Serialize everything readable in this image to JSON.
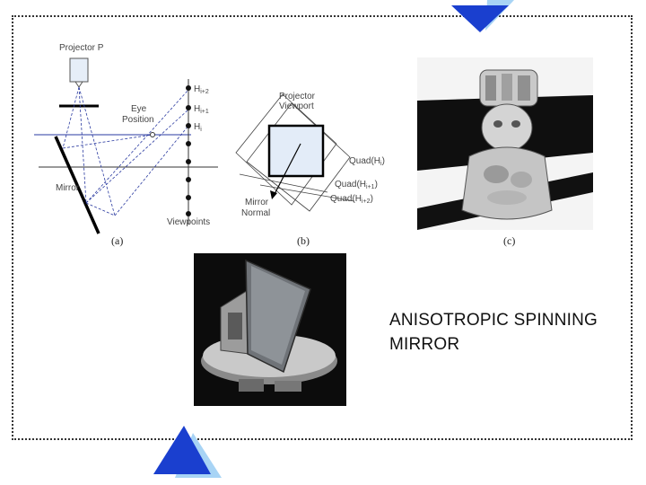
{
  "diagram_a": {
    "projector_label": "Projector P",
    "eye_label_line1": "Eye",
    "eye_label_line2": "Position",
    "mirror_label": "Mirror",
    "viewpoints_label": "Viewpoints",
    "h_labels": [
      "H",
      "H",
      "H"
    ],
    "h_subscripts": [
      "i+2",
      "i+1",
      "i"
    ],
    "caption": "(a)"
  },
  "diagram_b": {
    "projector_viewport_line1": "Projector",
    "projector_viewport_line2": "Viewport",
    "quad_labels": [
      "Quad(H",
      "Quad(H",
      "Quad(H"
    ],
    "quad_subscripts": [
      "i",
      "i+1",
      "i+2"
    ],
    "mirror_normal_line1": "Mirror",
    "mirror_normal_line2": "Normal",
    "caption": "(b)"
  },
  "diagram_c": {
    "caption": "(c)"
  },
  "slide": {
    "title_line1": "ANISOTROPIC SPINNING",
    "title_line2": "MIRROR"
  },
  "colors": {
    "accent_blue": "#1a3fcf",
    "accent_light_blue": "#9ec9f2",
    "diagram_line_blue": "#2a3aa0"
  }
}
